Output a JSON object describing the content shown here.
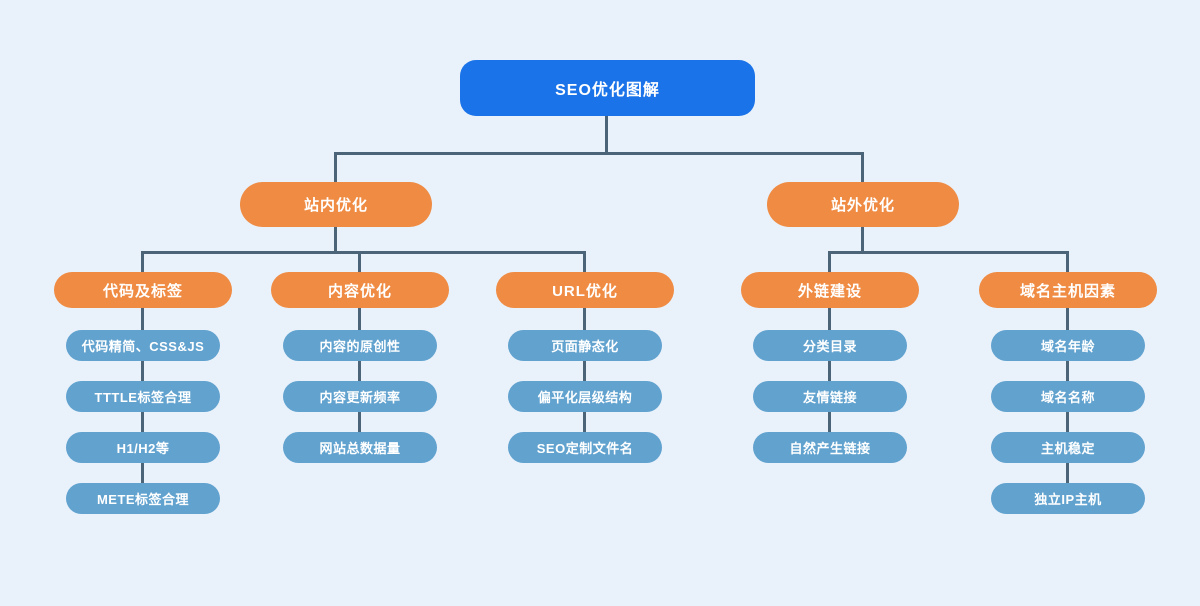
{
  "title": "SEO优化图解",
  "colors": {
    "background": "#e9f2fb",
    "root_blue": "#1a73e8",
    "branch_orange": "#ef8b43",
    "leaf_blue": "#61a2cf",
    "connector": "#4b6478",
    "text": "#ffffff"
  },
  "tree": {
    "root": {
      "label": "SEO优化图解"
    },
    "level2": [
      {
        "label": "站内优化"
      },
      {
        "label": "站外优化"
      }
    ],
    "groups": [
      {
        "label": "代码及标签",
        "parent": "站内优化",
        "children": [
          "代码精简、CSS&JS",
          "TTTLE标签合理",
          "H1/H2等",
          "METE标签合理"
        ]
      },
      {
        "label": "内容优化",
        "parent": "站内优化",
        "children": [
          "内容的原创性",
          "内容更新频率",
          "网站总数据量"
        ]
      },
      {
        "label": "URL优化",
        "parent": "站内优化",
        "children": [
          "页面静态化",
          "偏平化层级结构",
          "SEO定制文件名"
        ]
      },
      {
        "label": "外链建设",
        "parent": "站外优化",
        "children": [
          "分类目录",
          "友情链接",
          "自然产生链接"
        ]
      },
      {
        "label": "域名主机因素",
        "parent": "站外优化",
        "children": [
          "域名年龄",
          "域名名称",
          "主机稳定",
          "独立IP主机"
        ]
      }
    ]
  }
}
